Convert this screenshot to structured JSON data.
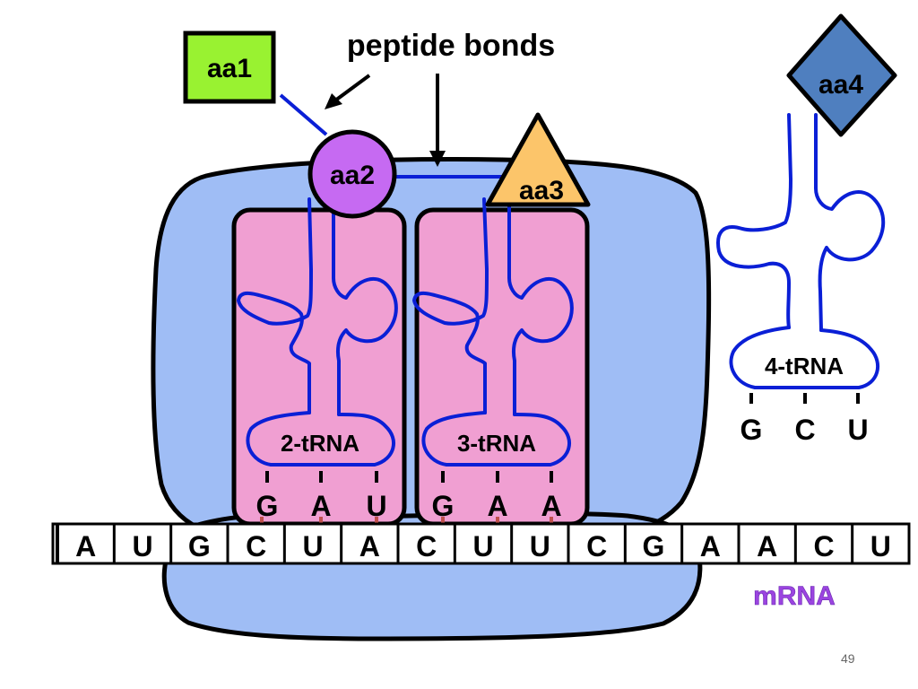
{
  "title": "peptide bonds",
  "amino_acids": {
    "aa1": "aa1",
    "aa2": "aa2",
    "aa3": "aa3",
    "aa4": "aa4"
  },
  "trnas": [
    {
      "label": "2-tRNA",
      "anticodon": [
        "G",
        "A",
        "U"
      ]
    },
    {
      "label": "3-tRNA",
      "anticodon": [
        "G",
        "A",
        "A"
      ]
    },
    {
      "label": "4-tRNA",
      "anticodon": [
        "G",
        "C",
        "U"
      ]
    }
  ],
  "mrna": {
    "label": "mRNA",
    "sequence": [
      "A",
      "U",
      "G",
      "C",
      "U",
      "A",
      "C",
      "U",
      "U",
      "C",
      "G",
      "A",
      "A",
      "C",
      "U"
    ]
  },
  "slide_number": "49",
  "colors": {
    "ribosome": "#9fbdf5",
    "trna_box": "#f09fd2",
    "trna_strand": "#0a1fd6",
    "aa1": "#99f231",
    "aa2": "#c66af2",
    "aa3": "#fcc56a",
    "aa4": "#4f7fbf",
    "mrna_label": "#9b44e0",
    "base_pair_tick": "#c0504d"
  }
}
